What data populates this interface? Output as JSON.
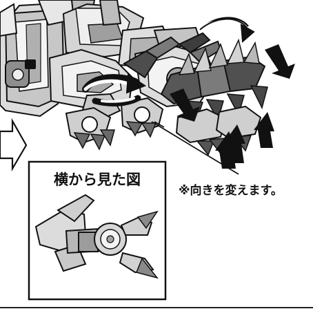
{
  "detail_box": {
    "caption": "横から見た図"
  },
  "note": {
    "text": "※向きを変えます。"
  },
  "icons": {
    "step_arrow": "right-chevron-arrow",
    "rotate_top": "curved-rotation-arrow",
    "rotate_mid": "curved-rotation-arrow",
    "direction_arrows": "black-down-and-up-arrows"
  },
  "colors": {
    "ink": "#111111",
    "light_gray": "#dcdcdc",
    "mid_gray": "#a8a8a8",
    "dark_gray": "#555555",
    "paper": "#ffffff"
  }
}
